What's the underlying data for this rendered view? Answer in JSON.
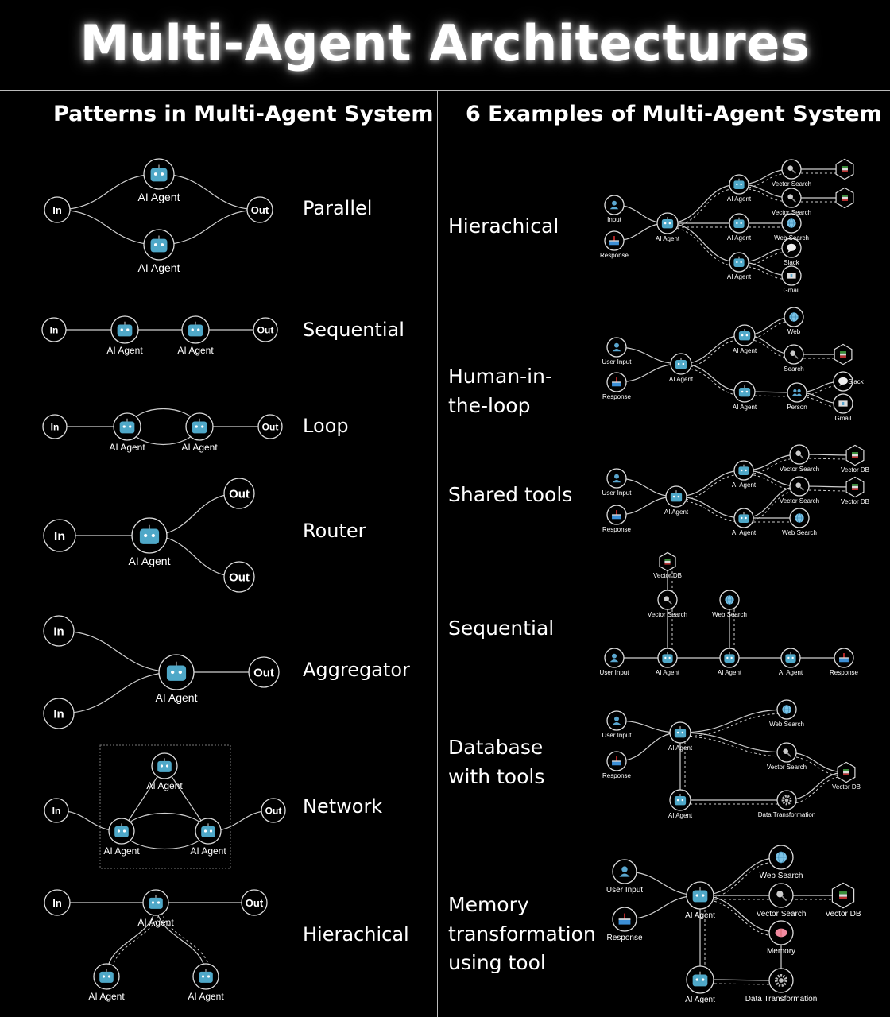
{
  "title": "Multi-Agent Architectures",
  "left_heading": "Patterns in Multi-Agent System",
  "right_heading": "6 Examples of Multi-Agent System",
  "colors": {
    "background": "#000000",
    "line": "#cfcfcf",
    "agent": "#4fa8c8",
    "db": "#3a8f3a",
    "brain": "#f08aa0"
  },
  "patterns": {
    "parallel": {
      "name": "Parallel",
      "nodes": {
        "in": "In",
        "a1": "AI Agent",
        "a2": "AI Agent",
        "out": "Out"
      }
    },
    "sequential": {
      "name": "Sequential",
      "nodes": {
        "in": "In",
        "a1": "AI Agent",
        "a2": "AI Agent",
        "out": "Out"
      }
    },
    "loop": {
      "name": "Loop",
      "nodes": {
        "in": "In",
        "a1": "AI Agent",
        "a2": "AI Agent",
        "out": "Out"
      }
    },
    "router": {
      "name": "Router",
      "nodes": {
        "in": "In",
        "a": "AI Agent",
        "o1": "Out",
        "o2": "Out"
      }
    },
    "aggregator": {
      "name": "Aggregator",
      "nodes": {
        "i1": "In",
        "i2": "In",
        "a": "AI Agent",
        "out": "Out"
      }
    },
    "network": {
      "name": "Network",
      "nodes": {
        "in": "In",
        "a1": "AI Agent",
        "a2": "AI Agent",
        "a3": "AI Agent",
        "out": "Out"
      }
    },
    "hierarchical": {
      "name": "Hierachical",
      "nodes": {
        "in": "In",
        "a": "AI Agent",
        "out": "Out",
        "b1": "AI Agent",
        "b2": "AI Agent"
      }
    }
  },
  "examples": {
    "hier": {
      "name": "Hierachical",
      "nodes": {
        "inp": "Input",
        "resp": "Response",
        "a": "AI Agent",
        "a1": "AI Agent",
        "a2": "AI Agent",
        "a3": "AI Agent",
        "vs1": "Vector Search",
        "vs2": "Vector Search",
        "ws": "Web Search",
        "slack": "Slack",
        "gmail": "Gmail",
        "db1": "",
        "db2": ""
      }
    },
    "human": {
      "name": "Human-in-\nthe-loop",
      "name_l1": "Human-in-",
      "name_l2": "the-loop",
      "nodes": {
        "inp": "User Input",
        "resp": "Response",
        "a": "AI Agent",
        "a1": "AI Agent",
        "a2": "AI Agent",
        "web": "Web",
        "search": "Search",
        "db": "",
        "person": "Person",
        "slack": "Slack",
        "gmail": "Gmail"
      }
    },
    "shared": {
      "name": "Shared tools",
      "nodes": {
        "inp": "User Input",
        "resp": "Response",
        "a": "AI Agent",
        "a1": "AI Agent",
        "a2": "AI Agent",
        "vs1": "Vector Search",
        "vs2": "Vector Search",
        "ws": "Web Search",
        "db1": "Vector DB",
        "db2": "Vector DB"
      }
    },
    "seq": {
      "name": "Sequential",
      "nodes": {
        "db": "Vector DB",
        "vs": "Vector Search",
        "ws": "Web Search",
        "inp": "User Input",
        "a1": "AI Agent",
        "a2": "AI Agent",
        "a3": "AI Agent",
        "resp": "Response"
      }
    },
    "dbt": {
      "name_l1": "Database",
      "name_l2": "with tools",
      "nodes": {
        "inp": "User Input",
        "resp": "Response",
        "a": "AI Agent",
        "a2": "AI Agent",
        "ws": "Web Search",
        "vs": "Vector Search",
        "db": "Vector DB",
        "dt": "Data Transformation"
      }
    },
    "mem": {
      "name_l1": "Memory",
      "name_l2": "transformation",
      "name_l3": "using tool",
      "nodes": {
        "inp": "User Input",
        "resp": "Response",
        "a": "AI Agent",
        "a2": "AI Agent",
        "ws": "Web Search",
        "vs": "Vector Search",
        "db": "Vector DB",
        "memory": "Memory",
        "dt": "Data Transformation"
      }
    }
  }
}
